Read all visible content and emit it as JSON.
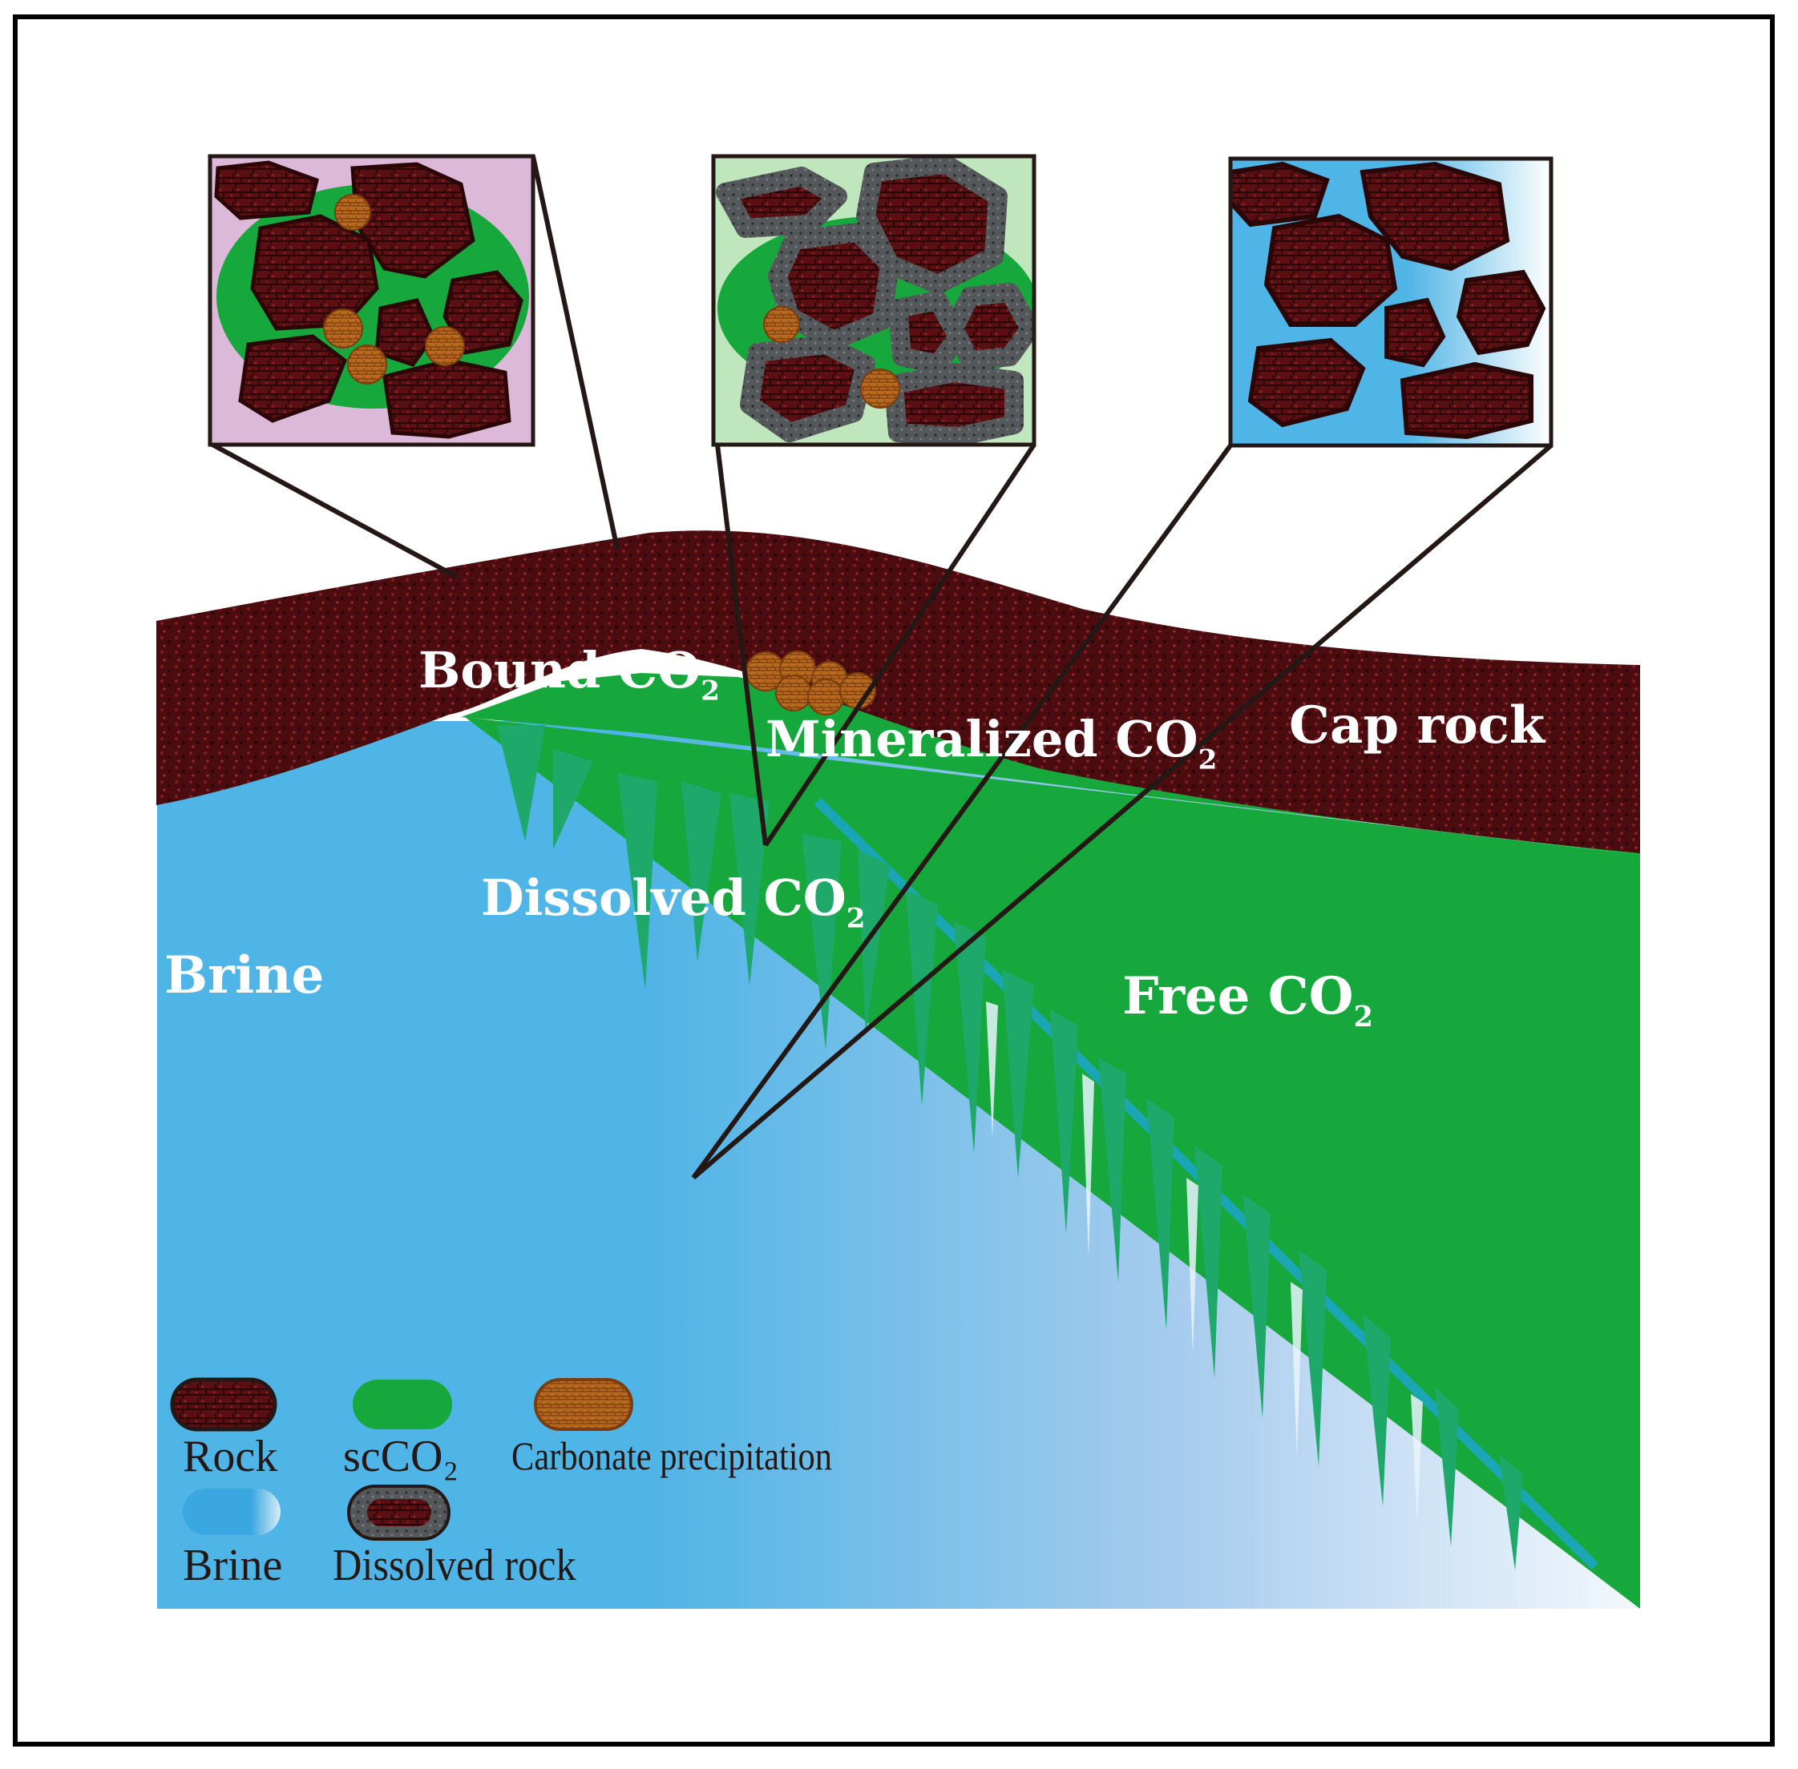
{
  "labels": {
    "bound": {
      "text": "Bound CO",
      "sub": "2"
    },
    "mineralized": {
      "text": "Mineralized CO",
      "sub": "2"
    },
    "cap_rock": {
      "text": "Cap rock"
    },
    "dissolved": {
      "text": "Dissolved CO",
      "sub": "2"
    },
    "brine": {
      "text": "Brine"
    },
    "free": {
      "text": "Free CO",
      "sub": "2"
    }
  },
  "legend": {
    "rock": "Rock",
    "scco2": "scCO₂",
    "carbonate": "Carbonate precipitation",
    "brine": "Brine",
    "dissolved_rock": "Dissolved rock"
  },
  "colors": {
    "rock": "#5a0f12",
    "rock_dark": "#2b0607",
    "co2_green": "#16a83c",
    "brine_blue": "#4fb4e6",
    "carbonate": "#b8681f",
    "dissolved_rock_gray": "#55585a",
    "inset_pink": "#dcb8d9",
    "inset_light_green": "#bfe6bd"
  }
}
